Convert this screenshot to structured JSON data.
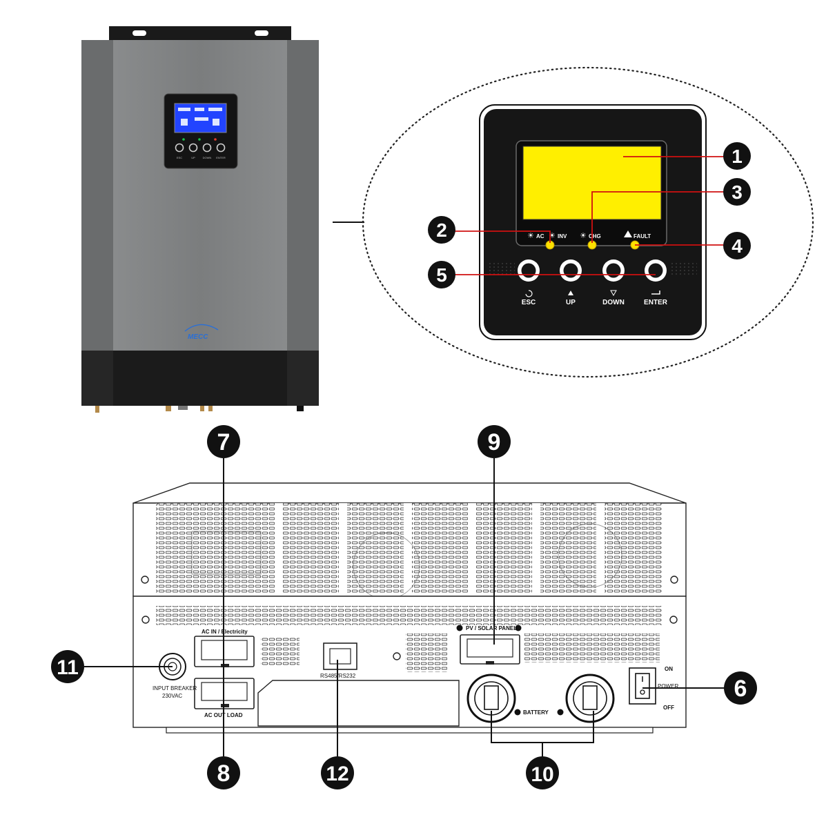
{
  "colors": {
    "callout_fill": "#111111",
    "leader_line": "#d01010",
    "lcd_yellow": "#ffef00",
    "led_yellow": "#ffe000",
    "panel_black": "#141414",
    "housing_gray": "#7d7f80",
    "housing_dark": "#2a2a2a",
    "lcd_blue": "#2244ff",
    "brand_blue": "#2a6fd6"
  },
  "front_panel": {
    "led_labels": {
      "ac": "AC",
      "inv": "INV",
      "chg": "CHG",
      "fault": "FAULT"
    },
    "buttons": [
      {
        "label": "ESC",
        "icon": "return-icon"
      },
      {
        "label": "UP",
        "icon": "triangle-up-icon"
      },
      {
        "label": "DOWN",
        "icon": "triangle-down-icon"
      },
      {
        "label": "ENTER",
        "icon": "enter-icon"
      }
    ]
  },
  "inverter": {
    "brand": "MECC",
    "mini_buttons": [
      "ESC",
      "UP",
      "DOWN",
      "ENTER"
    ]
  },
  "rear_panel": {
    "ac_in_label": "AC IN / Electricity",
    "ac_out_label": "AC OUT LOAD",
    "pv_label": "PV / SOLAR PANEL",
    "battery_label": "BATTERY",
    "comm_label": "RS485/RS232",
    "breaker_label_1": "INPUT BREAKER",
    "breaker_label_2": "230VAC",
    "switch_on": "ON",
    "switch_power": "POWER",
    "switch_off": "OFF"
  },
  "callouts": {
    "c1": "1",
    "c2": "2",
    "c3": "3",
    "c4": "4",
    "c5": "5",
    "c6": "6",
    "c7": "7",
    "c8": "8",
    "c9": "9",
    "c10": "10",
    "c11": "11",
    "c12": "12"
  }
}
